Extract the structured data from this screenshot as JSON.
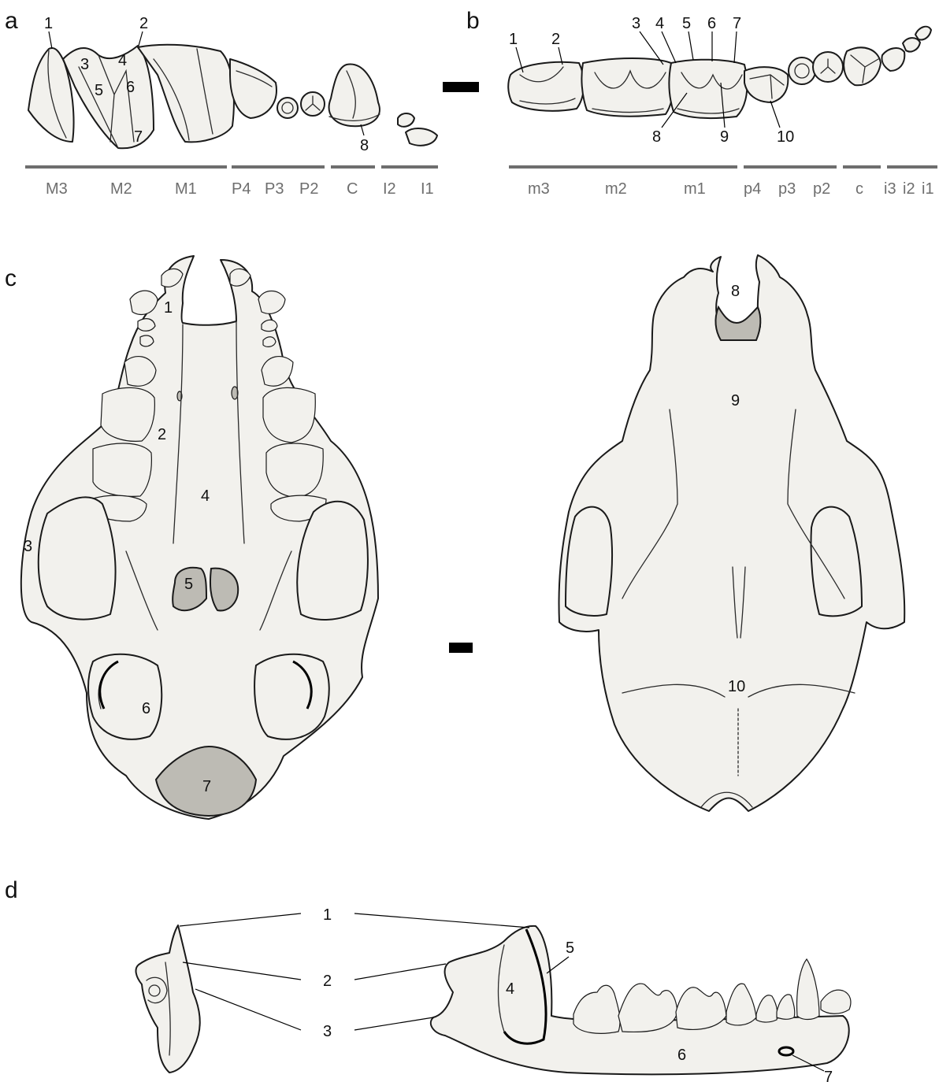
{
  "panels": {
    "a": "a",
    "b": "b",
    "c": "c",
    "d": "d"
  },
  "panel_a": {
    "numbers": [
      "1",
      "2",
      "3",
      "4",
      "5",
      "6",
      "7",
      "8"
    ],
    "tooth_labels": [
      "M3",
      "M2",
      "M1",
      "P4",
      "P3",
      "P2",
      "C",
      "I2",
      "I1"
    ]
  },
  "panel_b": {
    "numbers": [
      "1",
      "2",
      "3",
      "4",
      "5",
      "6",
      "7",
      "8",
      "9",
      "10"
    ],
    "tooth_labels": [
      "m3",
      "m2",
      "m1",
      "p4",
      "p3",
      "p2",
      "c",
      "i3",
      "i2",
      "i1"
    ]
  },
  "panel_c": {
    "ventral_numbers": [
      "1",
      "2",
      "3",
      "4",
      "5",
      "6",
      "7"
    ],
    "dorsal_numbers": [
      "8",
      "9",
      "10"
    ]
  },
  "panel_d": {
    "numbers": [
      "1",
      "2",
      "3",
      "4",
      "5",
      "6",
      "7"
    ]
  },
  "colors": {
    "bone": "#f2f1ed",
    "foramen": "#bdbbb4",
    "outline": "#1a1a1a",
    "tooth_bar": "#6e6e6e"
  }
}
